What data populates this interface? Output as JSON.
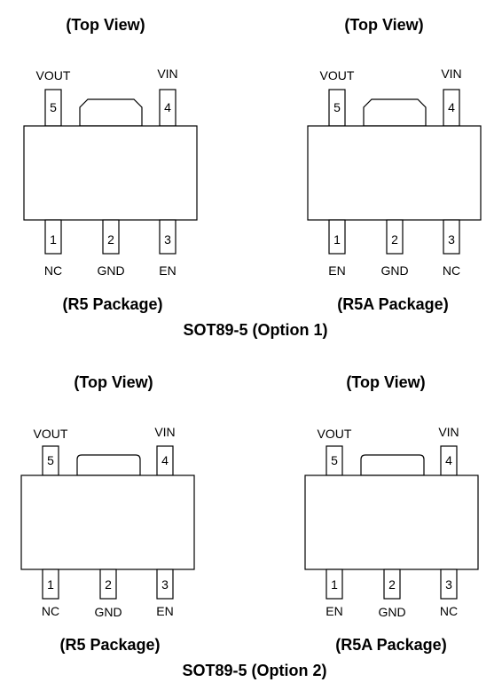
{
  "sections": [
    {
      "caption": "SOT89-5 (Option 1)",
      "packages": [
        {
          "view": "(Top View)",
          "package": "(R5 Package)",
          "top_pins": [
            {
              "num": "5",
              "name": "VOUT"
            },
            {
              "num": "4",
              "name": "VIN"
            }
          ],
          "bottom_pins": [
            {
              "num": "1",
              "name": "NC"
            },
            {
              "num": "2",
              "name": "GND"
            },
            {
              "num": "3",
              "name": "EN"
            }
          ]
        },
        {
          "view": "(Top View)",
          "package": "(R5A Package)",
          "top_pins": [
            {
              "num": "5",
              "name": "VOUT"
            },
            {
              "num": "4",
              "name": "VIN"
            }
          ],
          "bottom_pins": [
            {
              "num": "1",
              "name": "EN"
            },
            {
              "num": "2",
              "name": "GND"
            },
            {
              "num": "3",
              "name": "NC"
            }
          ]
        }
      ]
    },
    {
      "caption": "SOT89-5 (Option 2)",
      "packages": [
        {
          "view": "(Top View)",
          "package": "(R5 Package)",
          "top_pins": [
            {
              "num": "5",
              "name": "VOUT"
            },
            {
              "num": "4",
              "name": "VIN"
            }
          ],
          "bottom_pins": [
            {
              "num": "1",
              "name": "NC"
            },
            {
              "num": "2",
              "name": "GND"
            },
            {
              "num": "3",
              "name": "EN"
            }
          ]
        },
        {
          "view": "(Top View)",
          "package": "(R5A Package)",
          "top_pins": [
            {
              "num": "5",
              "name": "VOUT"
            },
            {
              "num": "4",
              "name": "VIN"
            }
          ],
          "bottom_pins": [
            {
              "num": "1",
              "name": "EN"
            },
            {
              "num": "2",
              "name": "GND"
            },
            {
              "num": "3",
              "name": "NC"
            }
          ]
        }
      ]
    }
  ]
}
